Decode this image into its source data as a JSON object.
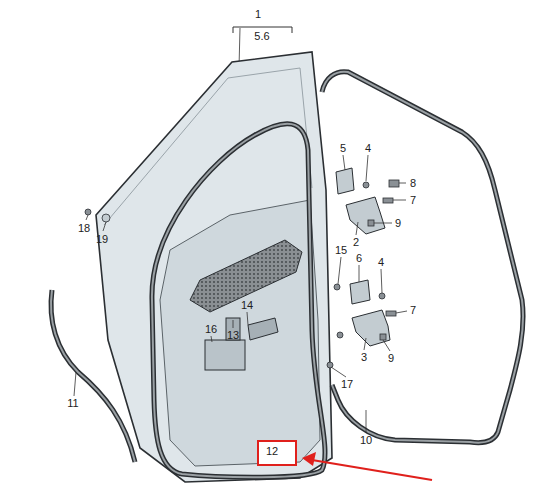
{
  "diagram": {
    "nodes": [
      {
        "text": [
          "12"
        ]
      }
    ],
    "labels": [
      "1",
      "5.6",
      "5",
      "4",
      "8",
      "7",
      "2",
      "9",
      "18",
      "19",
      "15",
      "6",
      "4",
      "7",
      "14",
      "13",
      "16",
      "3",
      "9",
      "17",
      "11",
      "10"
    ]
  }
}
